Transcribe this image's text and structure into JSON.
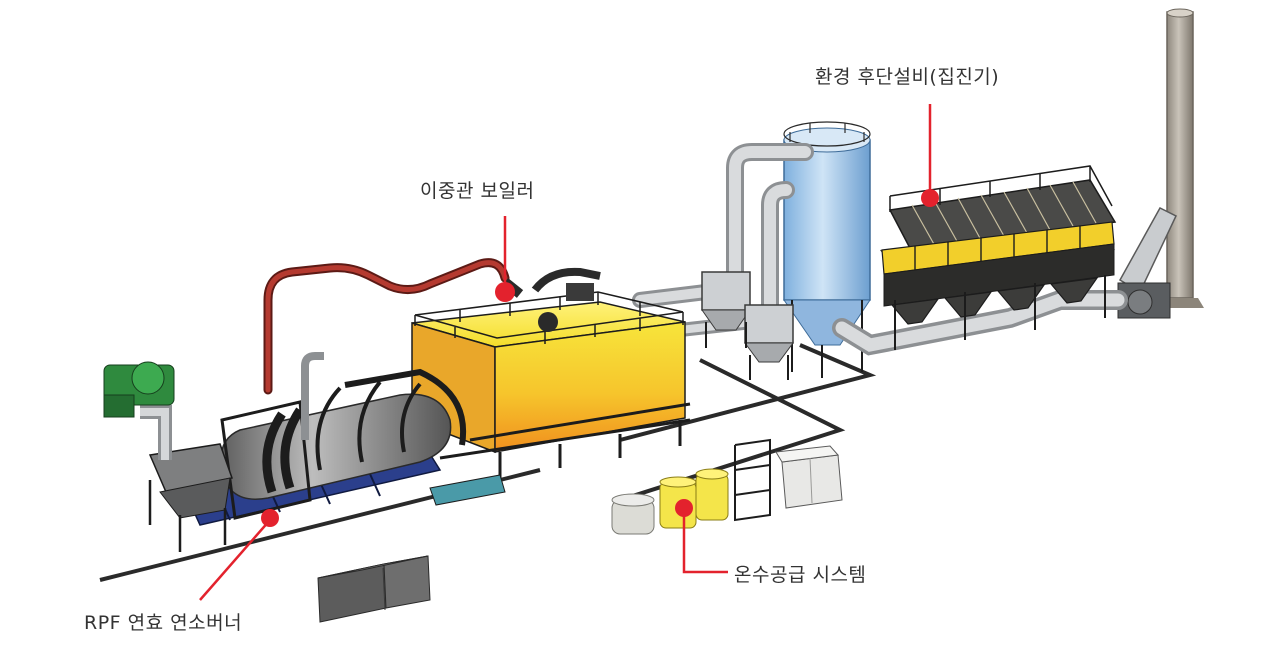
{
  "diagram": {
    "callouts": [
      {
        "id": "dust-collector",
        "label": "환경 후단설비(집진기)"
      },
      {
        "id": "double-tube-boiler",
        "label": "이중관 보일러"
      },
      {
        "id": "hot-water-system",
        "label": "온수공급 시스템"
      },
      {
        "id": "rpf-burner",
        "label": "RPF 연효 연소버너"
      }
    ],
    "colors": {
      "callout": "#e3222d",
      "boiler": "#f7e53b",
      "boiler_lower": "#f39c21",
      "silo": "#9cc3e8",
      "frame": "#1c1c1c",
      "drum": "#8e8e8e",
      "pipe": "#b9bcbf",
      "duct_red": "#a8372e",
      "base_blue": "#2b3f8c",
      "fan_green": "#2f8a3e",
      "stack": "#a7a096"
    }
  }
}
